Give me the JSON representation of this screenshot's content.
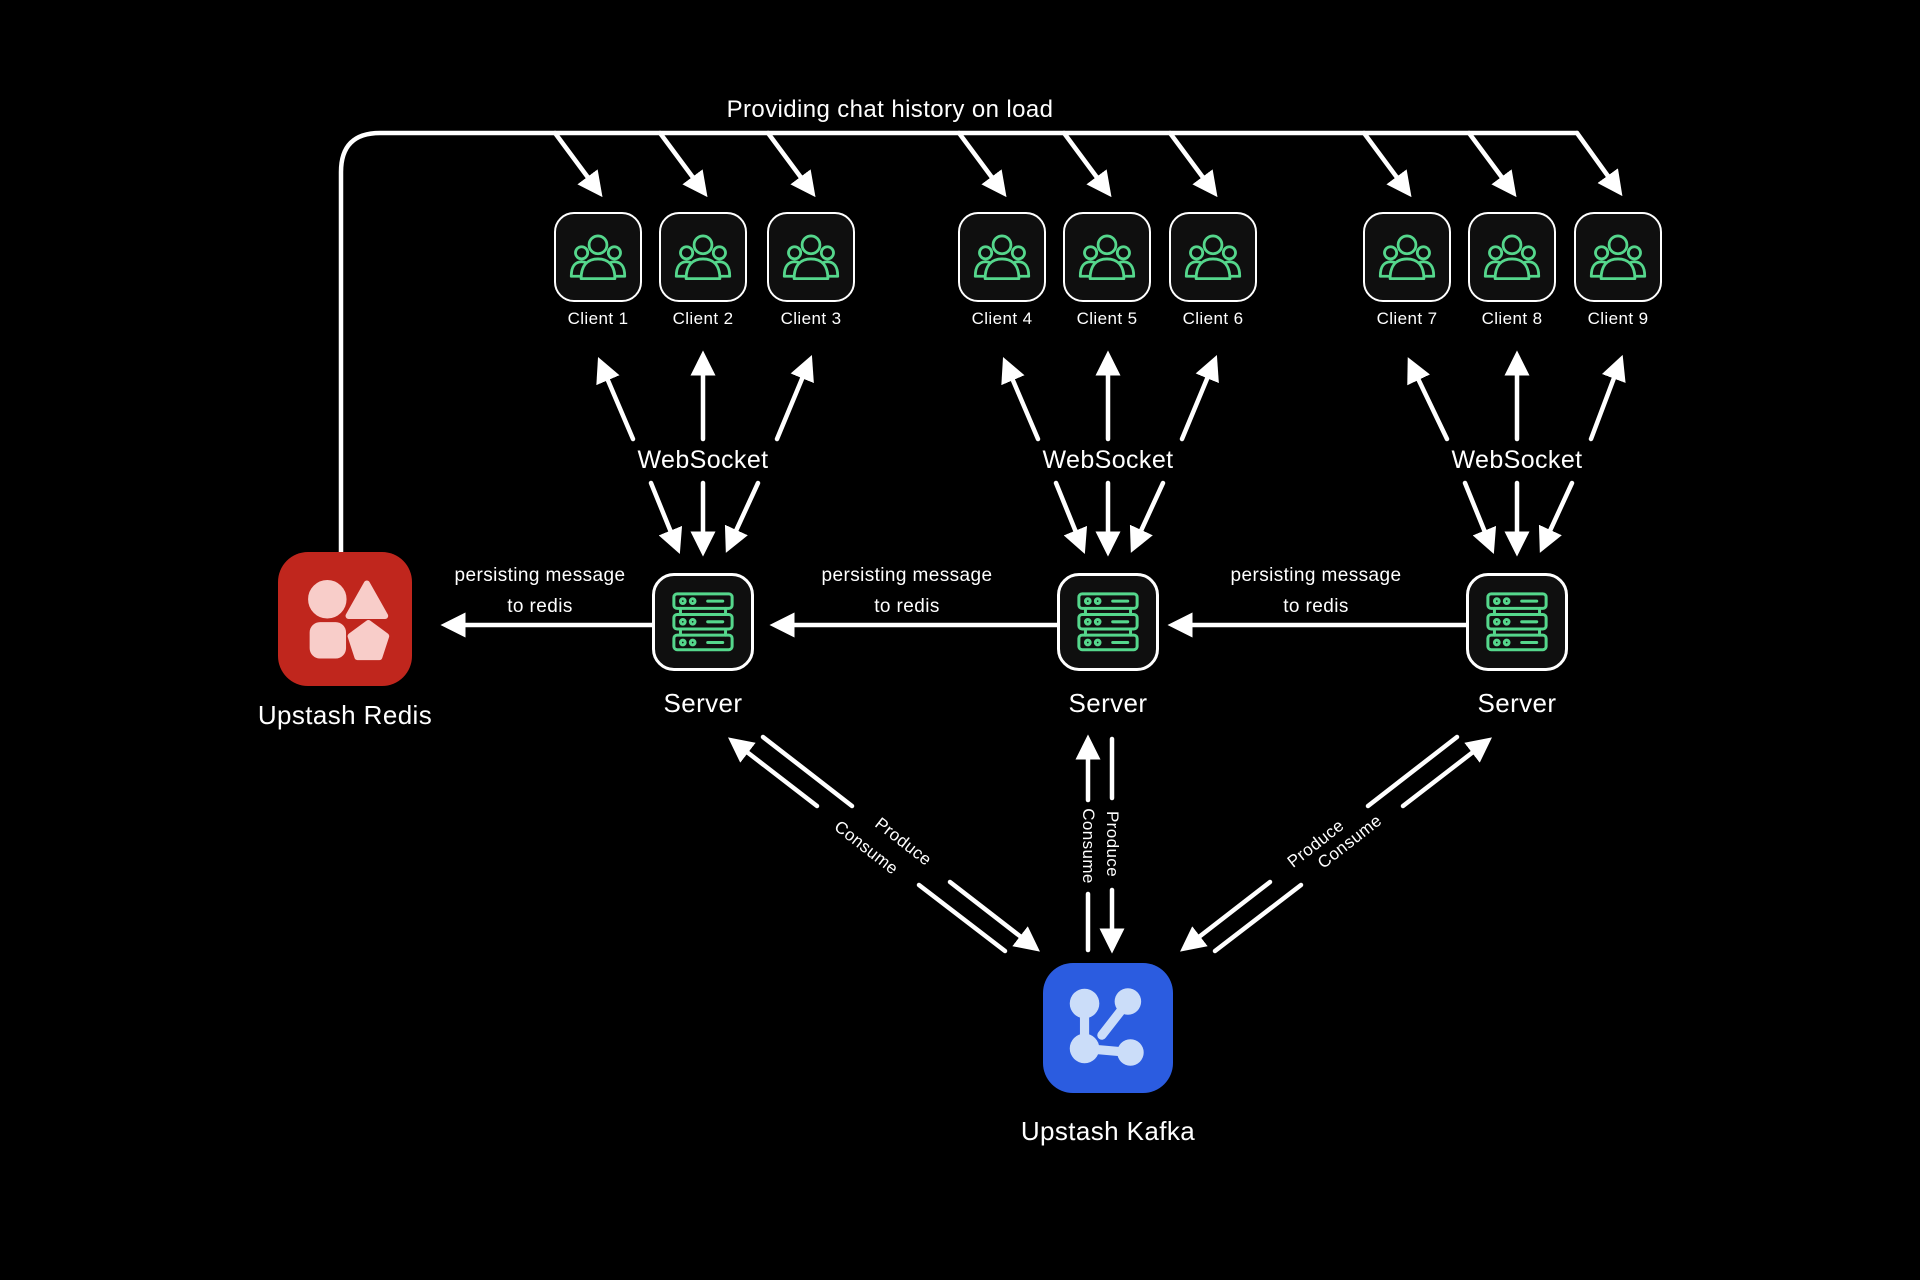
{
  "title": "Providing chat history on load",
  "clients": [
    {
      "label": "Client 1"
    },
    {
      "label": "Client 2"
    },
    {
      "label": "Client 3"
    },
    {
      "label": "Client 4"
    },
    {
      "label": "Client 5"
    },
    {
      "label": "Client 6"
    },
    {
      "label": "Client 7"
    },
    {
      "label": "Client 8"
    },
    {
      "label": "Client 9"
    }
  ],
  "groups": [
    {
      "websocket_label": "WebSocket",
      "server_label": "Server",
      "persist_line1": "persisting message",
      "persist_line2": "to redis",
      "produce_label": "Produce",
      "consume_label": "Consume"
    },
    {
      "websocket_label": "WebSocket",
      "server_label": "Server",
      "persist_line1": "persisting message",
      "persist_line2": "to redis",
      "produce_label": "Produce",
      "consume_label": "Consume"
    },
    {
      "websocket_label": "WebSocket",
      "server_label": "Server",
      "persist_line1": "persisting message",
      "persist_line2": "to redis",
      "produce_label": "Produce",
      "consume_label": "Consume"
    }
  ],
  "redis": {
    "label": "Upstash Redis"
  },
  "kafka": {
    "label": "Upstash Kafka"
  },
  "colors": {
    "background": "#000000",
    "line_white": "#ffffff",
    "node_green": "#55d78c",
    "tile_fill": "#0f0f0f",
    "redis_red": "#c0261d",
    "redis_pink": "#f8cdc9",
    "kafka_blue": "#2b5ce0",
    "kafka_light_blue": "#cbddf9"
  }
}
